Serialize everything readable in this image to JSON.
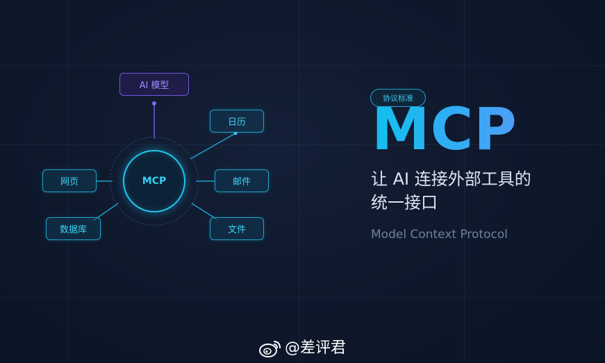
{
  "diagram": {
    "hub_label": "MCP",
    "top_node": "AI 模型",
    "nodes": {
      "calendar": "日历",
      "webpage": "网页",
      "email": "邮件",
      "database": "数据库",
      "file": "文件"
    }
  },
  "badge": "协议标准",
  "title": "MCP",
  "subtitle_line1": "让 AI 连接外部工具的",
  "subtitle_line2": "统一接口",
  "english_subtitle": "Model Context Protocol",
  "watermark": {
    "icon": "weibo-icon",
    "text": "@差评君"
  },
  "colors": {
    "background": "#0f192d",
    "accent_cyan": "#22c4ef",
    "accent_purple": "#6a5ae0",
    "title_gradient_start": "#11c0ee",
    "title_gradient_end": "#4d9ff7"
  }
}
